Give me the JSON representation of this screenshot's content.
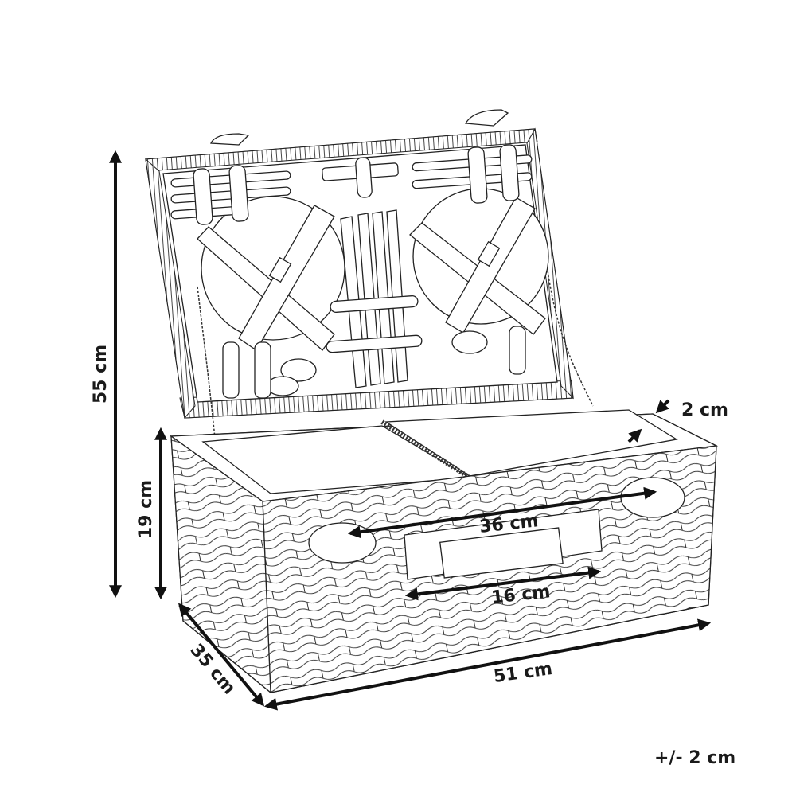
{
  "diagram": {
    "subject": "Wicker picnic basket with open lid showing plates, cutlery and corkscrew",
    "dimensions": {
      "total_height": "55 cm",
      "basket_height": "19 cm",
      "depth": "35 cm",
      "width": "51 cm",
      "handle_span": "36 cm",
      "handle_length": "16 cm",
      "lid_thickness": "2 cm"
    },
    "tolerance": "+/- 2 cm",
    "colors": {
      "line": "#222222",
      "arrow": "#111111",
      "background": "#ffffff"
    }
  }
}
